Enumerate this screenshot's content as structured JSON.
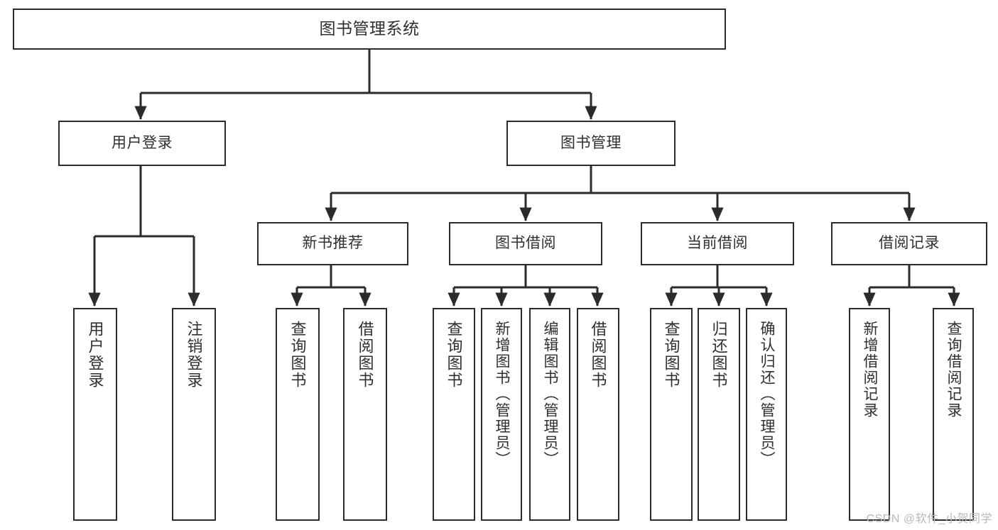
{
  "diagram": {
    "type": "tree-hierarchy",
    "title": "图书管理系统",
    "watermark": "CSDN @软件_小贺同学",
    "colors": {
      "box_border": "#2b2b2b",
      "box_fill": "#ffffff",
      "text": "#2f2f2f",
      "connector": "#2b2b2b",
      "watermark": "#b9b9b9",
      "background": "#ffffff"
    },
    "nodes": {
      "root": {
        "label": "图书管理系统"
      },
      "level2": [
        {
          "id": "user-login",
          "label": "用户登录"
        },
        {
          "id": "book-manage",
          "label": "图书管理"
        }
      ],
      "level3": [
        {
          "id": "new-book-recommend",
          "label": "新书推荐"
        },
        {
          "id": "book-borrow",
          "label": "图书借阅"
        },
        {
          "id": "current-borrow",
          "label": "当前借阅"
        },
        {
          "id": "borrow-record",
          "label": "借阅记录"
        }
      ],
      "leaves": {
        "user-login": [
          {
            "id": "leaf-user-login",
            "label": "用户登录"
          },
          {
            "id": "leaf-logout-login",
            "label": "注销登录"
          }
        ],
        "new-book-recommend": [
          {
            "id": "leaf-query-book-1",
            "label": "查询图书"
          },
          {
            "id": "leaf-borrow-book-1",
            "label": "借阅图书"
          }
        ],
        "book-borrow": [
          {
            "id": "leaf-query-book-2",
            "label": "查询图书"
          },
          {
            "id": "leaf-add-book",
            "label": "新增图书（管理员）"
          },
          {
            "id": "leaf-edit-book",
            "label": "编辑图书（管理员）"
          },
          {
            "id": "leaf-borrow-book-2",
            "label": "借阅图书"
          }
        ],
        "current-borrow": [
          {
            "id": "leaf-query-book-3",
            "label": "查询图书"
          },
          {
            "id": "leaf-return-book",
            "label": "归还图书"
          },
          {
            "id": "leaf-confirm-return",
            "label": "确认归还（管理员）"
          }
        ],
        "borrow-record": [
          {
            "id": "leaf-add-record",
            "label": "新增借阅记录"
          },
          {
            "id": "leaf-query-record",
            "label": "查询借阅记录"
          }
        ]
      }
    }
  }
}
